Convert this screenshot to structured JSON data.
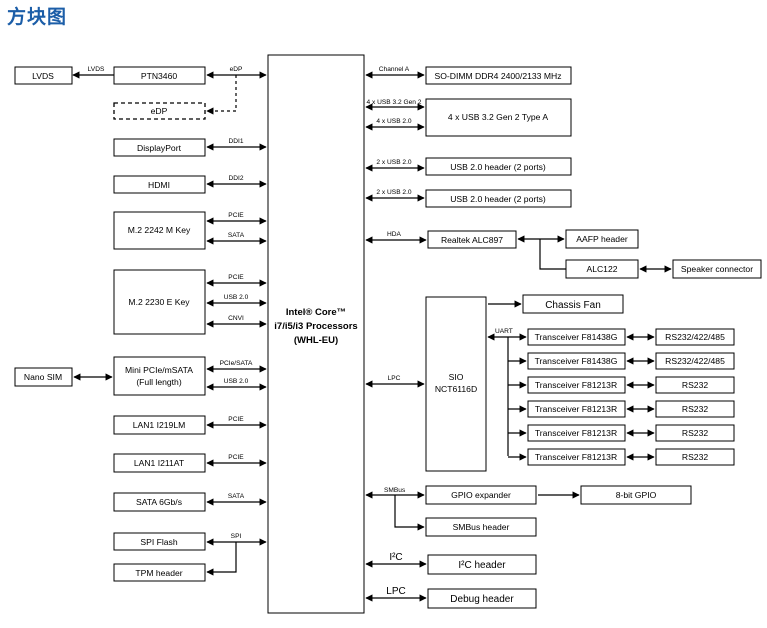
{
  "title": "方块图",
  "cpu": {
    "line1": "Intel® Core™",
    "line2": "i7/i5/i3 Processors",
    "line3": "(WHL-EU)"
  },
  "blocks": {
    "lvds": "LVDS",
    "ptn": "PTN3460",
    "edp": "eDP",
    "dp": "DisplayPort",
    "hdmi": "HDMI",
    "m2m": "M.2 2242 M Key",
    "m2e": "M.2 2230 E Key",
    "nanosim": "Nano SIM",
    "minipcie_1": "Mini PCIe/mSATA",
    "minipcie_2": "(Full length)",
    "lan1": "LAN1 I219LM",
    "lan2": "LAN1 I211AT",
    "sata": "SATA 6Gb/s",
    "spi": "SPI Flash",
    "tpm": "TPM header",
    "sodimm": "SO-DIMM DDR4 2400/2133 MHz",
    "usb32": "4 x USB 3.2 Gen 2 Type A",
    "usbh1": "USB 2.0 header (2 ports)",
    "usbh2": "USB 2.0 header (2 ports)",
    "realtek": "Realtek ALC897",
    "aafp": "AAFP header",
    "alc122": "ALC122",
    "speaker": "Speaker connector",
    "sio_1": "SIO",
    "sio_2": "NCT6116D",
    "fan": "Chassis Fan",
    "gpioexp": "GPIO expander",
    "gpio8": "8-bit GPIO",
    "smbush": "SMBus header",
    "i2ch": "I²C header",
    "debug": "Debug header"
  },
  "transceivers": [
    {
      "name": "Transceiver F81438G",
      "port": "RS232/422/485"
    },
    {
      "name": "Transceiver F81438G",
      "port": "RS232/422/485"
    },
    {
      "name": "Transceiver F81213R",
      "port": "RS232"
    },
    {
      "name": "Transceiver F81213R",
      "port": "RS232"
    },
    {
      "name": "Transceiver F81213R",
      "port": "RS232"
    },
    {
      "name": "Transceiver F81213R",
      "port": "RS232"
    }
  ],
  "labels": {
    "lvds": "LVDS",
    "edp": "eDP",
    "ddi1": "DDI1",
    "ddi2": "DDI2",
    "pcie_m": "PCIE",
    "sata_m": "SATA",
    "pcie_e": "PCIE",
    "usb_e": "USB 2.0",
    "cnvi": "CNVI",
    "pcie_sata": "PCIe/SATA",
    "usb_mini": "USB 2.0",
    "pcie_lan1": "PCIE",
    "pcie_lan2": "PCIE",
    "sata": "SATA",
    "spi": "SPI",
    "chA": "Channel A",
    "usb32": "4 x USB 3.2 Gen 2",
    "usb20": "4 x USB 2.0",
    "usbh1": "2 x USB 2.0",
    "usbh2": "2 x USB 2.0",
    "hda": "HDA",
    "lpc": "LPC",
    "uart": "UART",
    "smbus": "SMBus",
    "i2c": "I²C",
    "lpc2": "LPC"
  }
}
